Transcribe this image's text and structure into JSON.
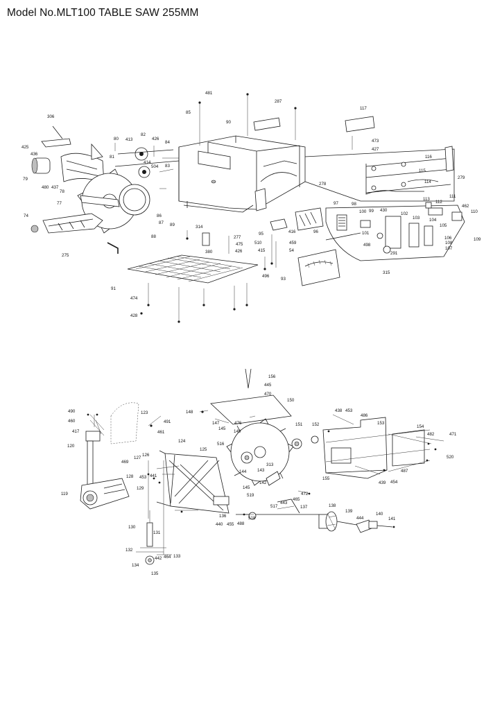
{
  "title": "Model No.MLT100 TABLE SAW 255MM",
  "top_callouts": [
    "481",
    "287",
    "85",
    "90",
    "117",
    "306",
    "80",
    "413",
    "82",
    "426",
    "84",
    "473",
    "427",
    "425",
    "436",
    "81",
    "414",
    "504",
    "83",
    "116",
    "115",
    "79",
    "480",
    "437",
    "78",
    "278",
    "279",
    "114",
    "113",
    "111",
    "112",
    "462",
    "77",
    "86",
    "87",
    "89",
    "314",
    "97",
    "98",
    "100",
    "99",
    "430",
    "102",
    "103",
    "110",
    "74",
    "88",
    "95",
    "96",
    "104",
    "105",
    "277",
    "475",
    "426",
    "416",
    "106",
    "107",
    "108",
    "109",
    "291",
    "510",
    "459",
    "498",
    "101",
    "380",
    "54",
    "415",
    "275",
    "315",
    "93",
    "496",
    "91",
    "474",
    "428"
  ],
  "bottom_callouts": [
    "156",
    "445",
    "470",
    "150",
    "490",
    "123",
    "460",
    "491",
    "148",
    "417",
    "461",
    "147",
    "145",
    "476",
    "149",
    "438",
    "453",
    "486",
    "120",
    "124",
    "151",
    "152",
    "153",
    "154",
    "482",
    "471",
    "516",
    "125",
    "469",
    "127",
    "126",
    "144",
    "143",
    "313",
    "520",
    "128",
    "453",
    "441",
    "155",
    "439",
    "487",
    "454",
    "142",
    "129",
    "145",
    "519",
    "465",
    "472",
    "119",
    "443",
    "136",
    "517",
    "138",
    "139",
    "440",
    "455",
    "488",
    "518",
    "137",
    "444",
    "140",
    "141",
    "130",
    "131",
    "132",
    "442",
    "464",
    "133",
    "134",
    "135"
  ]
}
